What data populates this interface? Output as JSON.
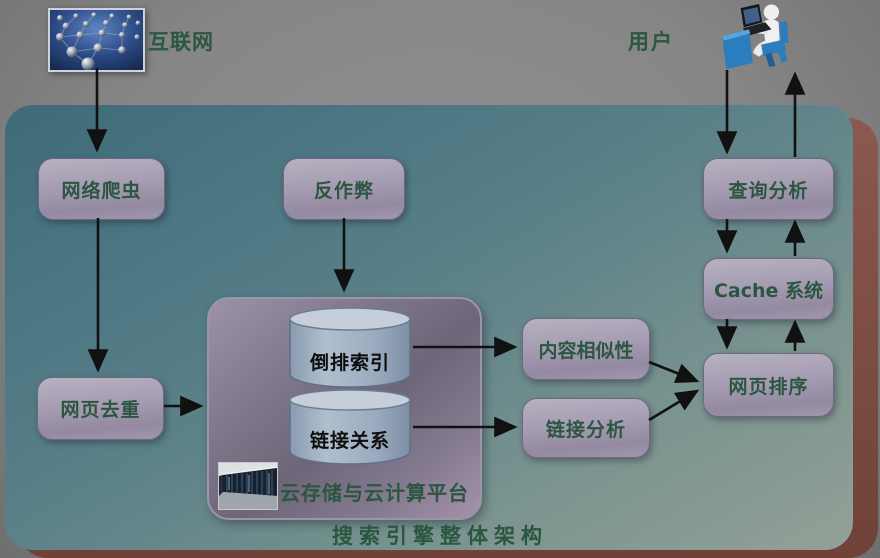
{
  "title_caption": "搜索引擎整体架构",
  "external": {
    "internet_label": "互联网",
    "user_label": "用户"
  },
  "nodes": {
    "web_crawler": "网络爬虫",
    "anti_spam": "反作弊",
    "query_analysis": "查询分析",
    "cache_system": "Cache 系统",
    "page_ranking": "网页排序",
    "page_dedup": "网页去重",
    "content_similarity": "内容相似性",
    "link_analysis": "链接分析"
  },
  "datastores": {
    "inverted_index": "倒排索引",
    "link_relations": "链接关系"
  },
  "platform_label": "云存储与云计算平台",
  "images": {
    "internet": "internet-network-photo",
    "user": "user-at-computer-clipart",
    "datacenter": "datacenter-server-room-photo"
  },
  "edges": [
    {
      "from": "互联网",
      "to": "网络爬虫"
    },
    {
      "from": "网络爬虫",
      "to": "网页去重"
    },
    {
      "from": "反作弊",
      "to": "云存储与云计算平台"
    },
    {
      "from": "网页去重",
      "to": "云存储与云计算平台"
    },
    {
      "from": "倒排索引",
      "to": "内容相似性"
    },
    {
      "from": "链接关系",
      "to": "链接分析"
    },
    {
      "from": "内容相似性",
      "to": "网页排序"
    },
    {
      "from": "链接分析",
      "to": "网页排序"
    },
    {
      "from": "用户",
      "to": "查询分析"
    },
    {
      "from": "查询分析",
      "to": "用户"
    },
    {
      "from": "查询分析",
      "to": "Cache 系统"
    },
    {
      "from": "Cache 系统",
      "to": "查询分析"
    },
    {
      "from": "Cache 系统",
      "to": "网页排序"
    },
    {
      "from": "网页排序",
      "to": "Cache 系统"
    }
  ],
  "colors": {
    "background_gray": "#868686",
    "panel_teal_top": "#3f6b79",
    "panel_teal_bottom": "#94a097",
    "backing_maroon": "#7b4c43",
    "container_purple": "#6e6678",
    "node_fill": "#a59cb2",
    "cylinder_fill": "#9dadc0",
    "label_green": "#2b5640",
    "arrow_black": "#111111"
  }
}
